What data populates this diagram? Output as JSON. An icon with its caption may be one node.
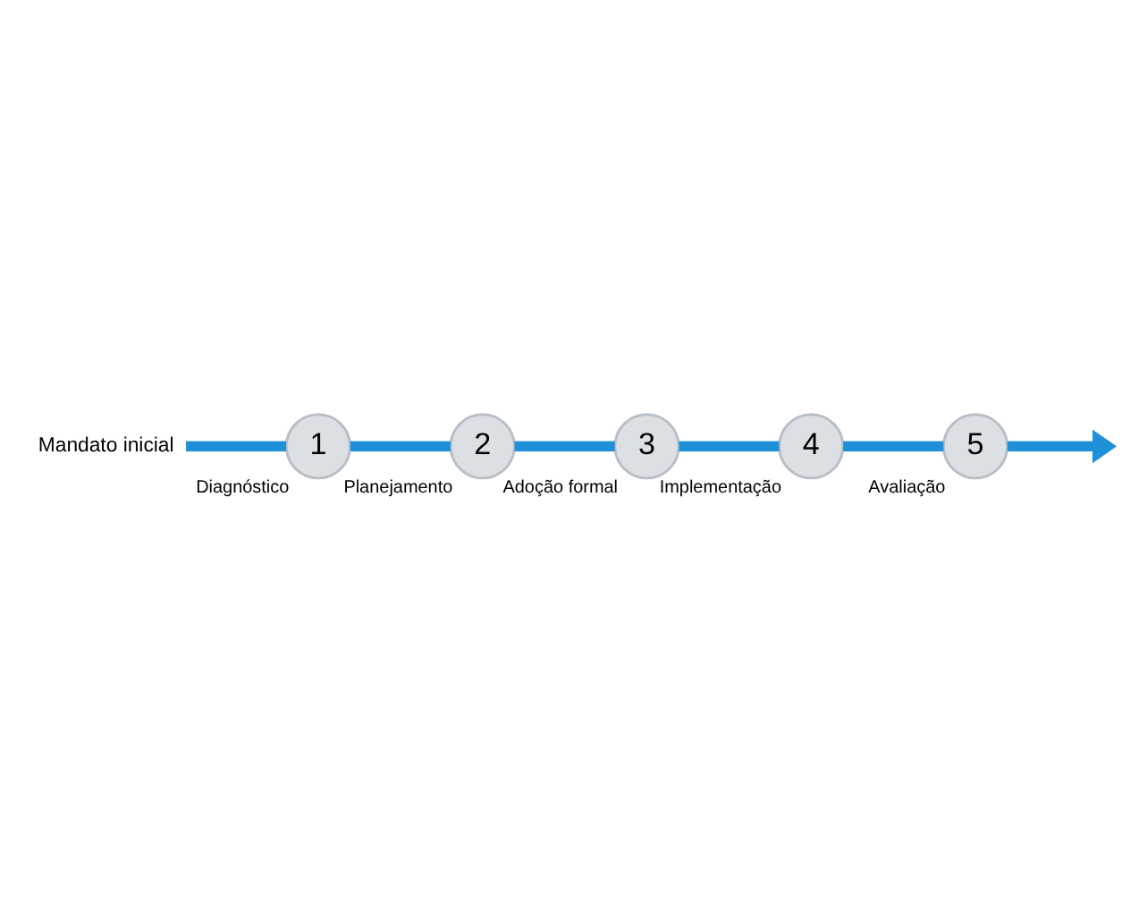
{
  "diagram": {
    "nodes": [
      {
        "text": [
          "Mandato inicial"
        ]
      },
      {
        "text": [
          "1"
        ],
        "beside": [
          "Diagnóstico"
        ]
      },
      {
        "text": [
          "2"
        ],
        "beside": [
          "Planejamento"
        ]
      },
      {
        "text": [
          "3"
        ],
        "beside": [
          "Adoção formal"
        ]
      },
      {
        "text": [
          "4"
        ],
        "beside": [
          "Implementação"
        ]
      },
      {
        "text": [
          "5"
        ],
        "beside": [
          "Avaliação"
        ]
      }
    ],
    "edges": [
      {
        "from": 0,
        "to": 1,
        "arrow": "none"
      },
      {
        "from": 1,
        "to": 2,
        "arrow": "none"
      },
      {
        "from": 2,
        "to": 3,
        "arrow": "none"
      },
      {
        "from": 3,
        "to": 4,
        "arrow": "none"
      },
      {
        "from": 4,
        "to": 5,
        "arrow": "none"
      },
      {
        "from": 5,
        "to": null,
        "arrow": "to"
      }
    ]
  }
}
